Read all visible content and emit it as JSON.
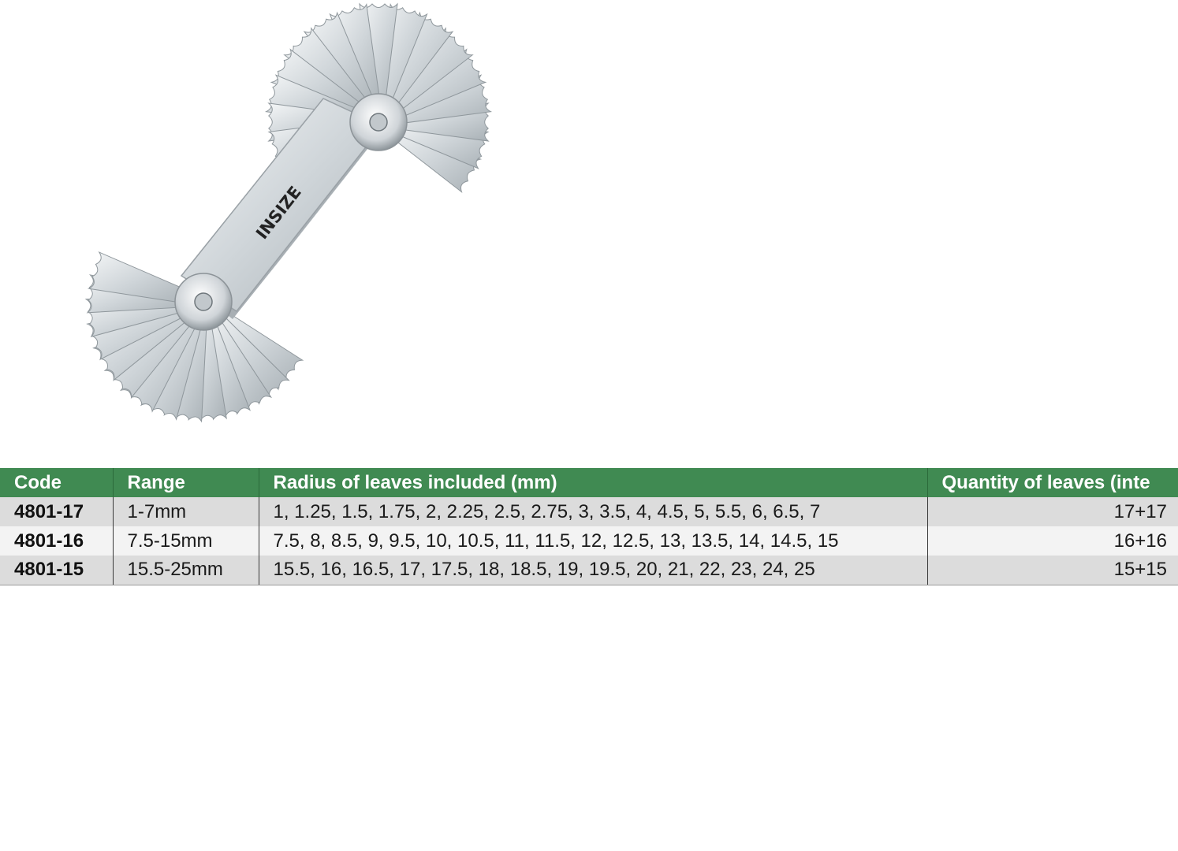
{
  "product": {
    "brand_mark": "INSIZE",
    "image_icon": "radius-gauge-icon"
  },
  "table": {
    "headers": [
      "Code",
      "Range",
      "Radius of leaves included (mm)",
      "Quantity of leaves (inte"
    ],
    "rows": [
      {
        "code": "4801-17",
        "range": "1-7mm",
        "radii": "1, 1.25, 1.5, 1.75, 2, 2.25, 2.5, 2.75, 3, 3.5, 4, 4.5, 5, 5.5, 6, 6.5, 7",
        "qty": "17+17"
      },
      {
        "code": "4801-16",
        "range": "7.5-15mm",
        "radii": "7.5, 8, 8.5, 9, 9.5, 10, 10.5, 11, 11.5, 12, 12.5, 13, 13.5, 14, 14.5, 15",
        "qty": "16+16"
      },
      {
        "code": "4801-15",
        "range": "15.5-25mm",
        "radii": "15.5, 16, 16.5, 17, 17.5, 18, 18.5, 19, 19.5, 20, 21, 22, 23, 24, 25",
        "qty": "15+15"
      }
    ]
  },
  "colors": {
    "header_bg": "#408a52",
    "row_odd": "#dcdcdc",
    "row_even": "#f3f3f3"
  }
}
